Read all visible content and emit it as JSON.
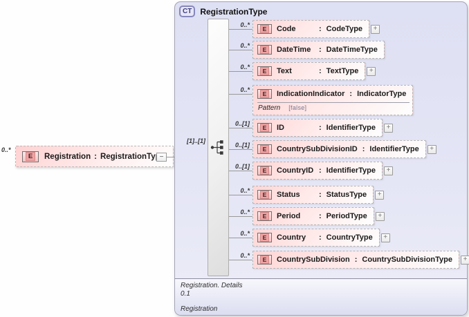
{
  "labels": {
    "element_icon": "E",
    "colon": ":",
    "expand": "+",
    "collapse": "−"
  },
  "root": {
    "cardinality": "0..*",
    "name": "Registration",
    "type": "RegistrationType"
  },
  "ct": {
    "badge": "CT",
    "title": "RegistrationType",
    "compositor_cardinality": "[1]..[1]",
    "children": [
      {
        "name": "Code",
        "type": "CodeType",
        "cardinality": "0..*",
        "expandable": true
      },
      {
        "name": "DateTime",
        "type": "DateTimeType",
        "cardinality": "0..*",
        "expandable": false
      },
      {
        "name": "Text",
        "type": "TextType",
        "cardinality": "0..*",
        "expandable": true
      },
      {
        "name": "IndicationIndicator",
        "type": "IndicatorType",
        "cardinality": "0..*",
        "expandable": false,
        "facet": {
          "label": "Pattern",
          "value": "[false]"
        }
      },
      {
        "name": "ID",
        "type": "IdentifierType",
        "cardinality": "0..[1]",
        "expandable": true
      },
      {
        "name": "CountrySubDivisionID",
        "type": "IdentifierType",
        "cardinality": "0..[1]",
        "expandable": true
      },
      {
        "name": "CountryID",
        "type": "IdentifierType",
        "cardinality": "0..[1]",
        "expandable": true
      },
      {
        "name": "Status",
        "type": "StatusType",
        "cardinality": "0..*",
        "expandable": true
      },
      {
        "name": "Period",
        "type": "PeriodType",
        "cardinality": "0..*",
        "expandable": true
      },
      {
        "name": "Country",
        "type": "CountryType",
        "cardinality": "0..*",
        "expandable": true
      },
      {
        "name": "CountrySubDivision",
        "type": "CountrySubDivisionType",
        "cardinality": "0..*",
        "expandable": true
      }
    ],
    "footer": {
      "lines": [
        "Registration. Details",
        "0.1"
      ],
      "annotation": "Registration"
    }
  },
  "colors": {
    "element_fill": "#ffd6d6",
    "element_border": "#b5b5b5",
    "element_badge_fill": "#efa2a2",
    "panel_fill": "#dee0f3",
    "panel_border": "#a3a3b5",
    "ct_badge_accent": "#8787bd",
    "connector_line": "#999999"
  }
}
